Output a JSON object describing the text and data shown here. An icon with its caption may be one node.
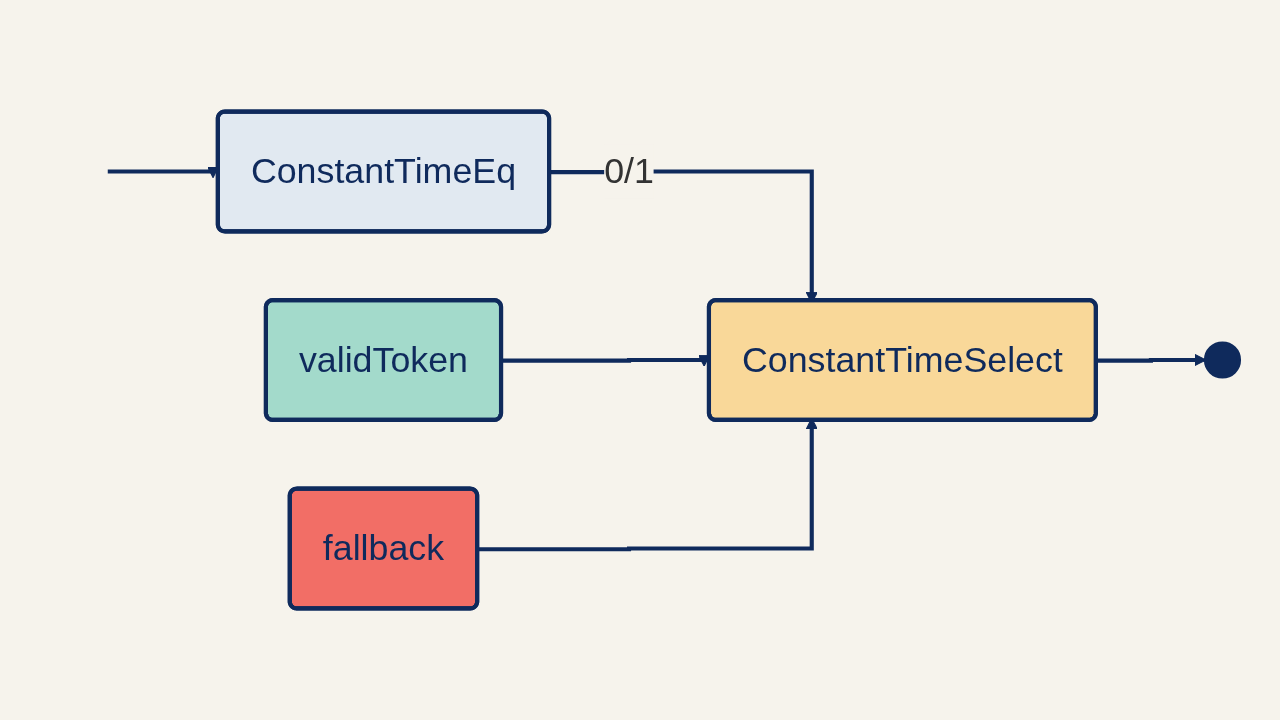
{
  "diagram": {
    "nodes": [
      {
        "text": [
          "ConstantTimeEq"
        ]
      },
      {
        "text": [
          "ConstantTimeSelect"
        ]
      },
      {
        "text": [
          "validToken"
        ]
      },
      {
        "text": [
          "fallback"
        ]
      },
      {
        "text": [],
        "shape": "circle"
      }
    ],
    "edges": [
      {
        "from": null,
        "to": 0,
        "arrow": "to"
      },
      {
        "from": 0,
        "to": 1,
        "label": "0/1",
        "arrow": "to"
      },
      {
        "from": 1,
        "to": 4,
        "arrow": "to"
      },
      {
        "from": 2,
        "to": 1,
        "arrow": "to"
      },
      {
        "from": 3,
        "to": 1,
        "arrow": "to"
      }
    ]
  }
}
